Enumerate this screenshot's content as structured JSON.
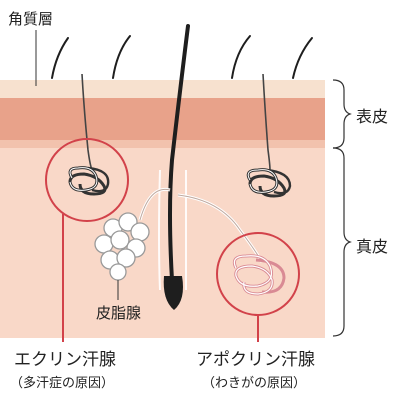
{
  "labels": {
    "stratum_corneum": "角質層",
    "epidermis": "表皮",
    "dermis": "真皮",
    "sebaceous_gland": "皮脂腺",
    "eccrine_title": "エクリン汗腺",
    "eccrine_sub": "（多汗症の原因）",
    "apocrine_title": "アポクリン汗腺",
    "apocrine_sub": "（わきがの原因）"
  },
  "colors": {
    "stratum_corneum": "#f7e1cf",
    "epidermis": "#e8a28a",
    "dermis": "#f9d8c8",
    "highlight_circle": "#d2424a",
    "hair": "#1e1e1e",
    "bracket": "#333333",
    "gland_outline": "#999999"
  }
}
